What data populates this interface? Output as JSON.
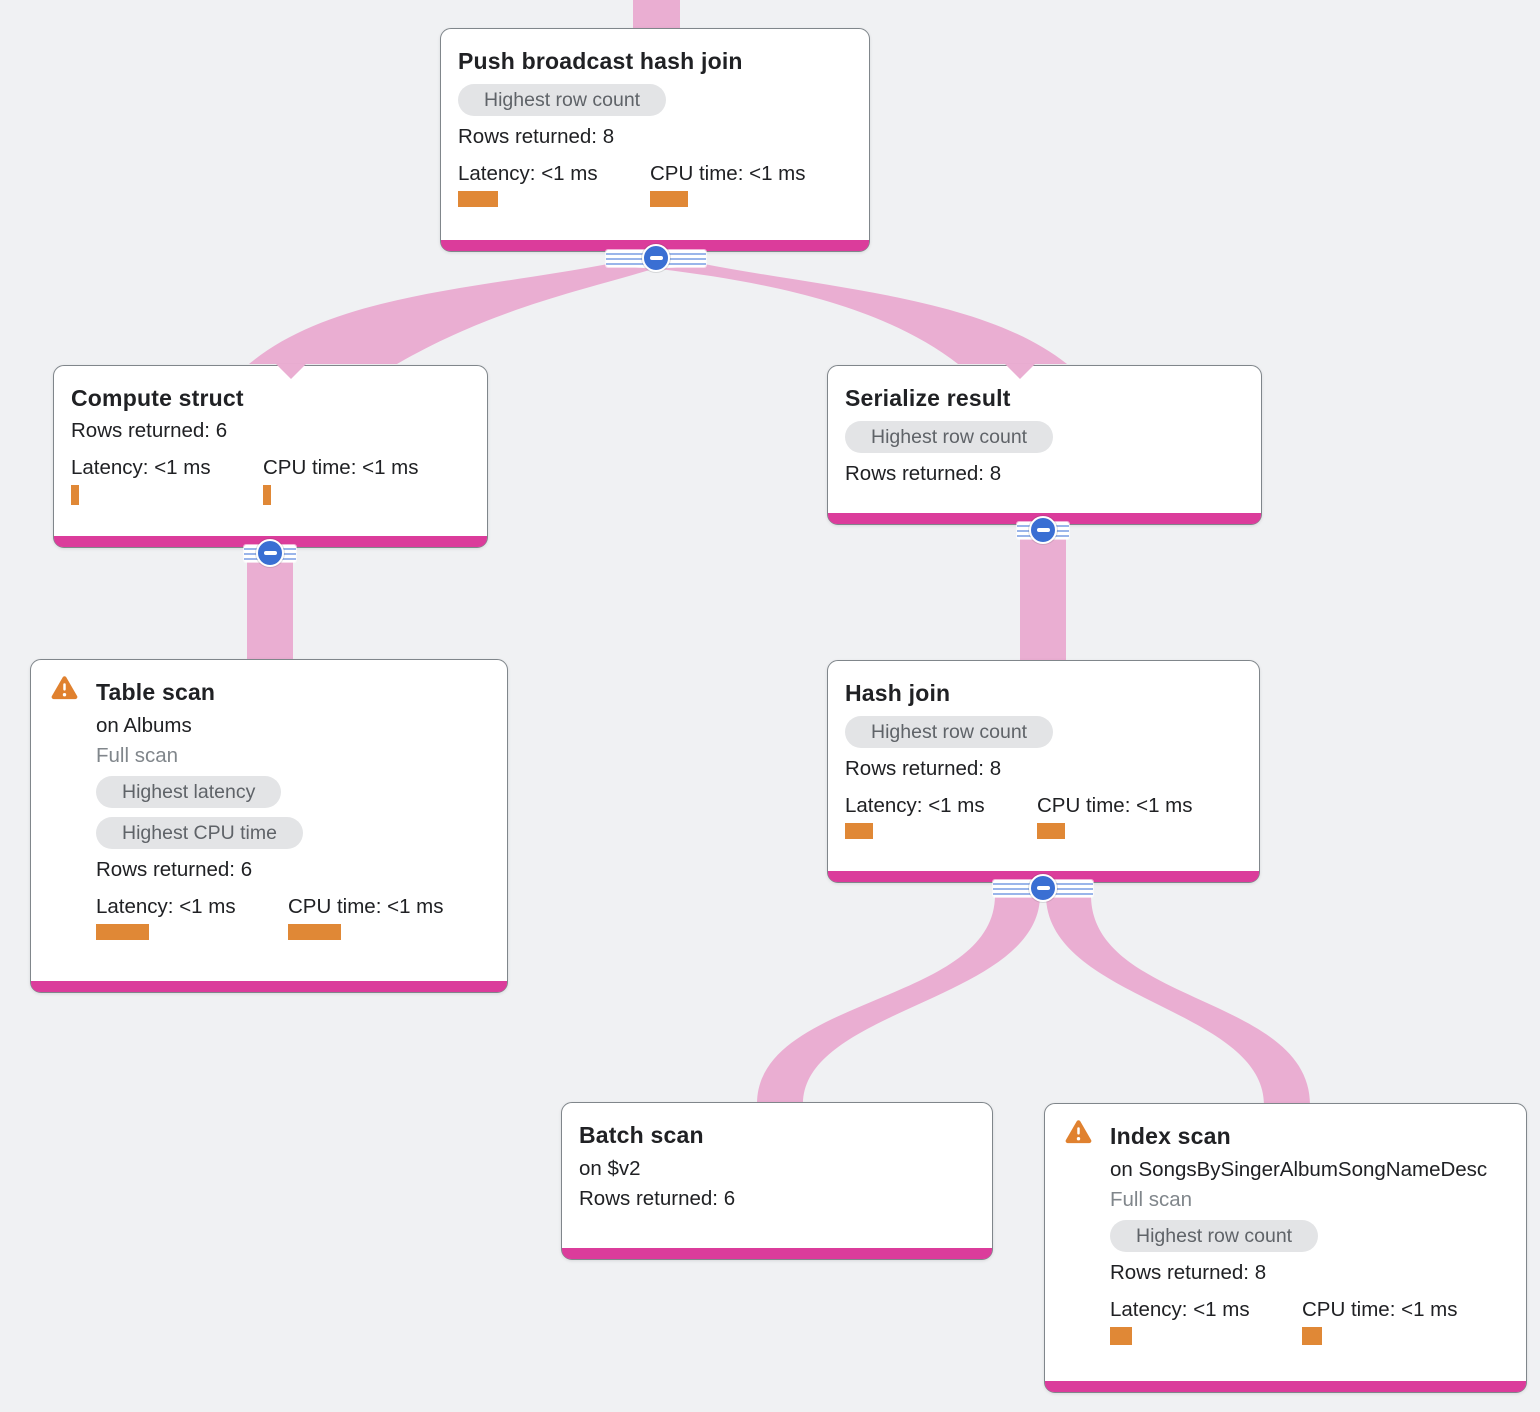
{
  "colors": {
    "background": "#f0f1f3",
    "ribbon": "#eaaed2",
    "accent_bar": "#db3c9b",
    "metric_bar": "#e08836",
    "warning": "#e0812f",
    "badge_bg": "#e3e4e6",
    "badge_text": "#5f6368",
    "collapse_blue": "#3a6fd3",
    "stripe_blue": "#9ab5ea",
    "card_border": "#80868b",
    "text": "#202124",
    "muted": "#80868b"
  },
  "nodes": [
    {
      "id": "push-broadcast-hash-join",
      "title": "Push broadcast hash join",
      "badges": [
        "Highest row count"
      ],
      "rows_label": "Rows returned: 8",
      "metrics": {
        "latency_label": "Latency: <1 ms",
        "cpu_label": "CPU time: <1 ms",
        "latency_bar": 40,
        "cpu_bar": 38
      }
    },
    {
      "id": "compute-struct",
      "title": "Compute struct",
      "rows_label": "Rows returned: 6",
      "metrics": {
        "latency_label": "Latency: <1 ms",
        "cpu_label": "CPU time: <1 ms",
        "latency_bar": 8,
        "cpu_bar": 8
      }
    },
    {
      "id": "serialize-result",
      "title": "Serialize result",
      "badges": [
        "Highest row count"
      ],
      "rows_label": "Rows returned: 8"
    },
    {
      "id": "table-scan",
      "warning_icon": "warning-icon",
      "title": "Table scan",
      "subtitle": "on Albums",
      "scan_type": "Full scan",
      "badges": [
        "Highest latency",
        "Highest CPU time"
      ],
      "rows_label": "Rows returned: 6",
      "metrics": {
        "latency_label": "Latency: <1 ms",
        "cpu_label": "CPU time: <1 ms",
        "latency_bar": 53,
        "cpu_bar": 53
      }
    },
    {
      "id": "hash-join",
      "title": "Hash join",
      "badges": [
        "Highest row count"
      ],
      "rows_label": "Rows returned: 8",
      "metrics": {
        "latency_label": "Latency: <1 ms",
        "cpu_label": "CPU time: <1 ms",
        "latency_bar": 28,
        "cpu_bar": 28
      }
    },
    {
      "id": "batch-scan",
      "title": "Batch scan",
      "subtitle": "on $v2",
      "rows_label": "Rows returned: 6"
    },
    {
      "id": "index-scan",
      "warning_icon": "warning-icon",
      "title": "Index scan",
      "subtitle": "on SongsBySingerAlbumSongNameDesc",
      "scan_type": "Full scan",
      "badges": [
        "Highest row count"
      ],
      "rows_label": "Rows returned: 8",
      "metrics": {
        "latency_label": "Latency: <1 ms",
        "cpu_label": "CPU time: <1 ms",
        "latency_bar": 22,
        "cpu_bar": 20
      }
    }
  ],
  "edges": [
    {
      "from": "Push broadcast hash join",
      "to": "Compute struct"
    },
    {
      "from": "Push broadcast hash join",
      "to": "Serialize result"
    },
    {
      "from": "Compute struct",
      "to": "Table scan"
    },
    {
      "from": "Serialize result",
      "to": "Hash join"
    },
    {
      "from": "Hash join",
      "to": "Batch scan"
    },
    {
      "from": "Hash join",
      "to": "Index scan"
    }
  ]
}
